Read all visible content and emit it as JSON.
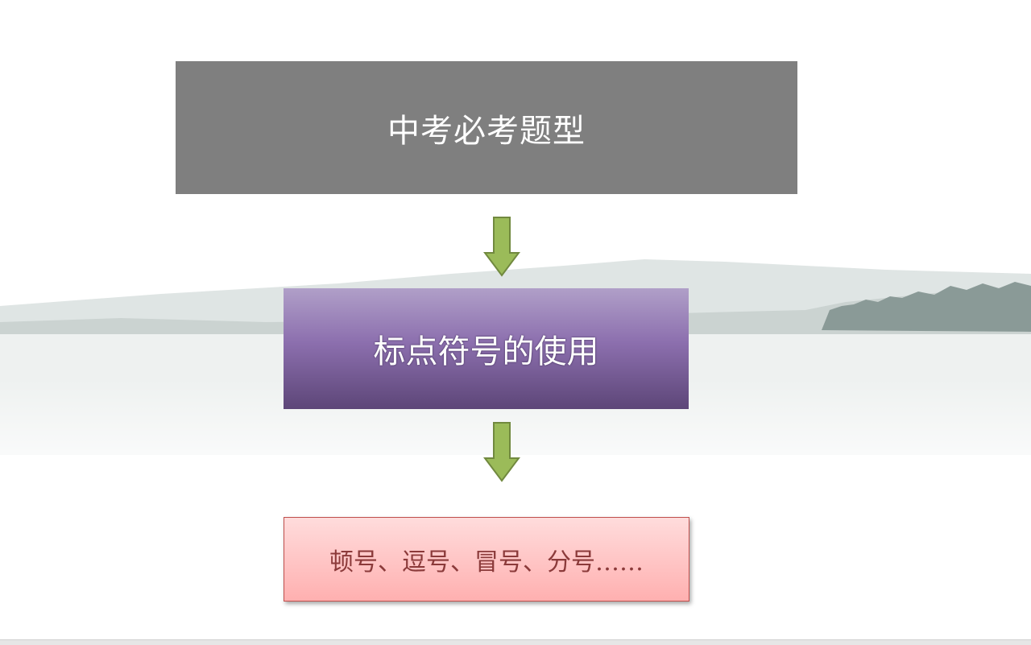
{
  "slide": {
    "steps": [
      {
        "label": "中考必考题型"
      },
      {
        "label": "标点符号的使用"
      },
      {
        "label": "顿号、逗号、冒号、分号……"
      }
    ],
    "colors": {
      "step1_fill": "#7f7f7f",
      "step2_fill": "#8064a2",
      "step3_fill": "#ffc0c0",
      "arrow_fill": "#9bbb59",
      "arrow_stroke": "#71893f"
    }
  }
}
